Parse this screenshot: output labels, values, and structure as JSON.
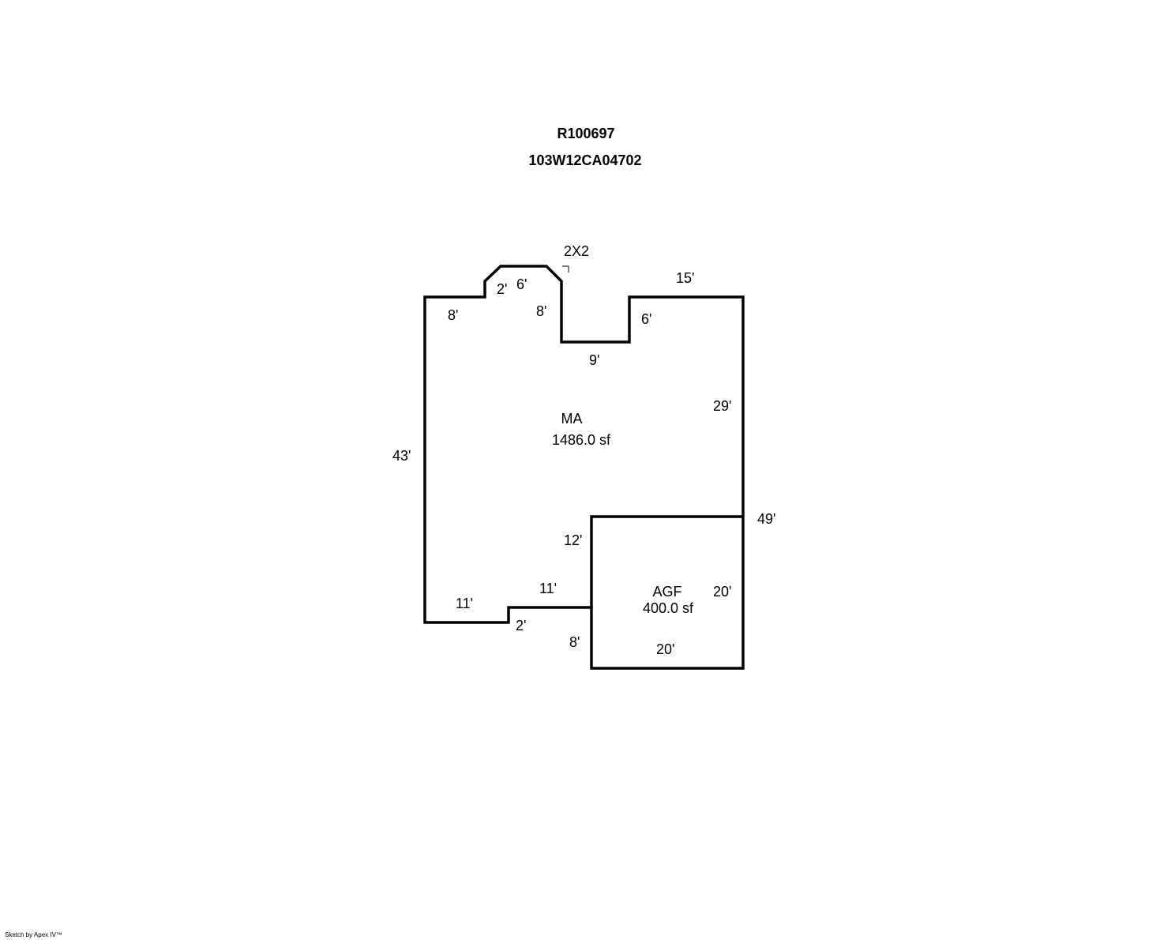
{
  "header": {
    "parcel_id": "R100697",
    "map_number": "103W12CA04702"
  },
  "areas": [
    {
      "code": "MA",
      "area": "1486.0 sf"
    },
    {
      "code": "AGF",
      "area": "400.0 sf"
    }
  ],
  "annotation": "2X2",
  "dimensions": {
    "ma_left": "43'",
    "ma_top_left": "8'",
    "bay_side": "2'",
    "bay_top": "6'",
    "notch_left": "8'",
    "notch_bottom": "9'",
    "notch_right": "6'",
    "ma_top_right": "15'",
    "ma_right": "29'",
    "total_right": "49'",
    "garage_left": "12'",
    "step_top": "11'",
    "ma_bottom": "11'",
    "step_side": "2'",
    "garage_lower_left": "8'",
    "garage_right": "20'",
    "garage_bottom": "20'"
  },
  "footer": "Sketch by Apex IV™",
  "colors": {
    "line": "#000000",
    "background": "#ffffff"
  }
}
